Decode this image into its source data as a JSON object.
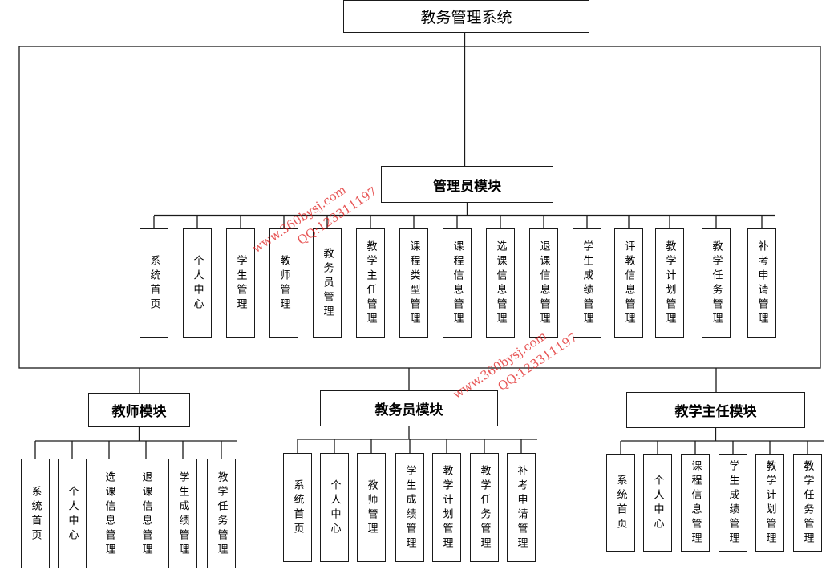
{
  "root": {
    "label": "教务管理系统"
  },
  "admin": {
    "label": "管理员模块",
    "items": [
      "系统首页",
      "个人中心",
      "学生管理",
      "教师管理",
      "教务员管理",
      "教学主任管理",
      "课程类型管理",
      "课程信息管理",
      "选课信息管理",
      "退课信息管理",
      "学生成绩管理",
      "评教信息管理",
      "教学计划管理",
      "教学任务管理",
      "补考申请管理"
    ]
  },
  "teacher": {
    "label": "教师模块",
    "items": [
      "系统首页",
      "个人中心",
      "选课信息管理",
      "退课信息管理",
      "学生成绩管理",
      "教学任务管理"
    ]
  },
  "registrar": {
    "label": "教务员模块",
    "items": [
      "系统首页",
      "个人中心",
      "教师管理",
      "学生成绩管理",
      "教学计划管理",
      "教学任务管理",
      "补考申请管理"
    ]
  },
  "director": {
    "label": "教学主任模块",
    "items": [
      "系统首页",
      "个人中心",
      "课程信息管理",
      "学生成绩管理",
      "教学计划管理",
      "教学任务管理"
    ]
  },
  "watermarks": [
    {
      "site": "www.360bysj.com",
      "qq": "QQ:123311197"
    },
    {
      "site": "www.360bysj.com",
      "qq": "QQ:123311197"
    }
  ],
  "colors": {
    "line": "#1a1a1a",
    "watermark": "#e02020"
  }
}
